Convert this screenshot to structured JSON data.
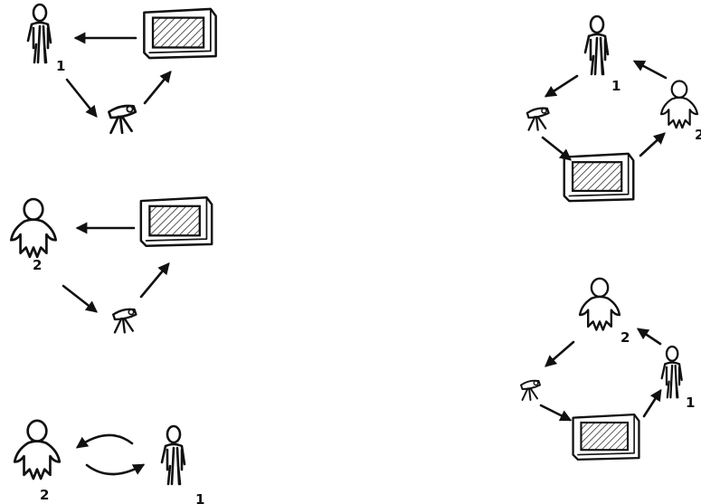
{
  "diagram": {
    "labels": {
      "s1_person": "1",
      "s2_person": "2",
      "s3_left": "2",
      "s3_right": "1",
      "s4_top": "1",
      "s4_right": "2",
      "s5_top": "2",
      "s5_right": "1"
    },
    "icons": [
      "person-icon",
      "screen-icon",
      "camera-icon",
      "arrow-icon"
    ],
    "colors": {
      "ink": "#111111",
      "background": "#ffffff"
    }
  }
}
